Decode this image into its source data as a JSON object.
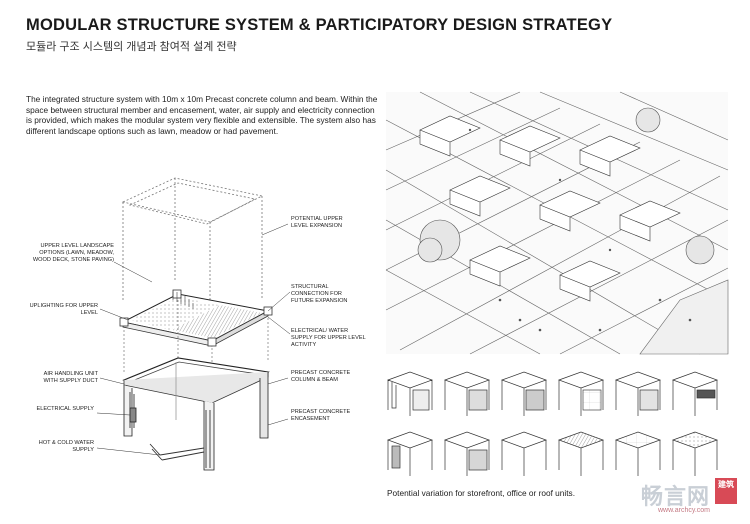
{
  "header": {
    "title": "MODULAR STRUCTURE SYSTEM & PARTICIPATORY DESIGN STRATEGY",
    "subtitle": "모듈라 구조 시스템의 개념과 참여적 설계 전략"
  },
  "intro": {
    "text": "The integrated structure system with 10m x 10m Precast concrete column and beam.  Within the space between structural member and encasement, water, air supply and electricity connection is provided, which makes the modular system very flexible and extensible.  The system also has different landscape options such as lawn, meadow or had pavement."
  },
  "labels": {
    "left": [
      "UPPER LEVEL LANDSCAPE OPTIONS (LAWN, MEADOW, WOOD DECK, STONE PAVING)",
      "UPLIGHTING FOR UPPER LEVEL",
      "AIR HANDLING UNIT WITH SUPPLY DUCT",
      "ELECTRICAL SUPPLY",
      "HOT & COLD WATER SUPPLY"
    ],
    "right": [
      "POTENTIAL UPPER LEVEL EXPANSION",
      "STRUCTURAL CONNECTION FOR FUTURE EXPANSION",
      "ELECTRICAL/ WATER SUPPLY FOR UPPER LEVEL ACTIVITY",
      "PRECAST CONCRETE COLUMN & BEAM",
      "PRECAST CONCRETE ENCASEMENT"
    ]
  },
  "variations": {
    "caption": "Potential variation for storefront, office or roof units."
  },
  "watermark": {
    "brand": "畅言网",
    "badge": "建筑",
    "url": "www.archcy.com"
  }
}
